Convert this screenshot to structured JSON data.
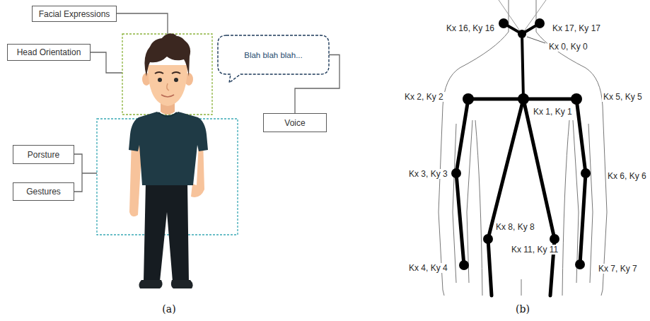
{
  "diagram": {
    "nodes": [
      {
        "text": [
          "Facial Expressions"
        ]
      },
      {
        "text": [
          "Head Orientation"
        ]
      },
      {
        "text": [
          "Blah blah blah..."
        ]
      },
      {
        "text": [
          "Voice"
        ]
      },
      {
        "text": [
          "Porsture"
        ]
      },
      {
        "text": [
          "Gestures"
        ]
      }
    ],
    "edges": [
      {
        "from": 2,
        "to": 3,
        "arrow": "none"
      }
    ],
    "labels": [
      "Kx 16, Ky 16",
      "Kx 17, Ky 17",
      "Kx 0, Ky 0",
      "Kx 2, Ky 2",
      "Kx 1, Ky 1",
      "Kx 5, Ky 5",
      "Kx 3, Ky 3",
      "Kx 6, Ky 6",
      "Kx 8, Ky 8",
      "Kx 11, Ky 11",
      "Kx 4, Ky 4",
      "Kx 7, Ky 7",
      "(a)",
      "(b)"
    ]
  }
}
